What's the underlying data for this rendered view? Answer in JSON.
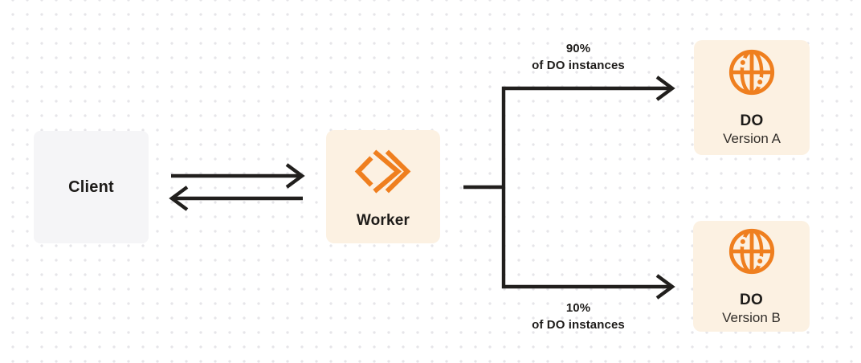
{
  "diagram": {
    "nodes": {
      "client": {
        "label": "Client"
      },
      "worker": {
        "label": "Worker"
      },
      "do_version_a": {
        "title": "DO",
        "subtitle": "Version A"
      },
      "do_version_b": {
        "title": "DO",
        "subtitle": "Version B"
      }
    },
    "edges": {
      "worker_to_do_a": {
        "label_line1": "90%",
        "label_line2": "of DO instances"
      },
      "worker_to_do_b": {
        "label_line1": "10%",
        "label_line2": "of DO instances"
      }
    },
    "colors": {
      "background": "#ffffff",
      "dot_grid": "#e6e5e9",
      "client_fill": "#f5f5f7",
      "cream_fill": "#fcf1e2",
      "orange": "#ef7f1f",
      "arrow": "#211f1d",
      "text": "#1d1b19"
    }
  }
}
